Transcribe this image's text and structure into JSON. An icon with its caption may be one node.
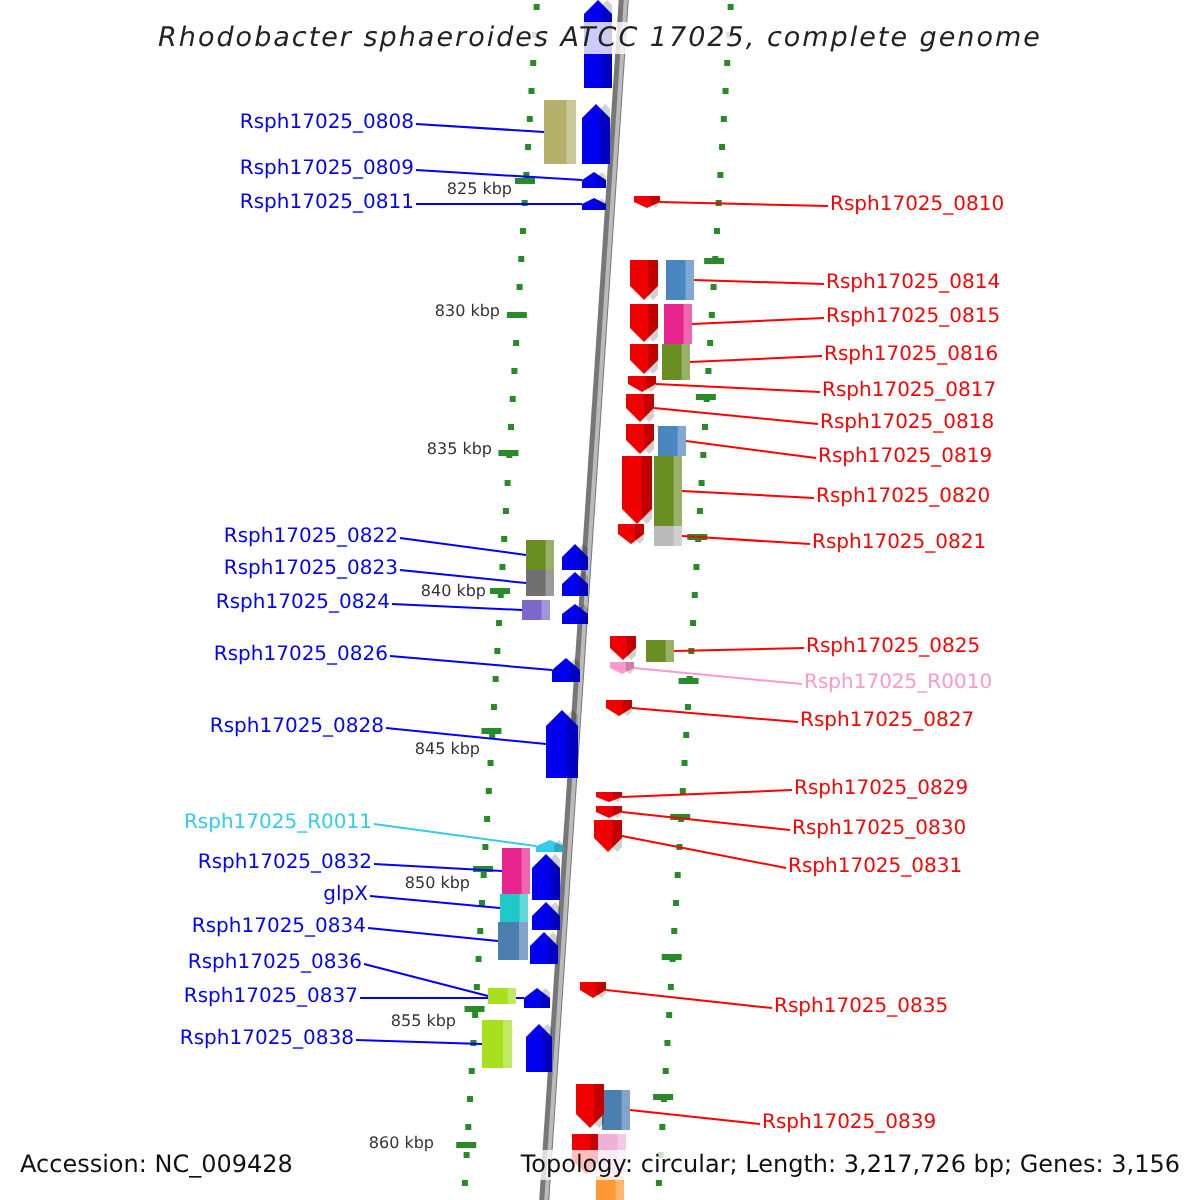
{
  "diagram": {
    "title": "Rhodobacter sphaeroides ATCC 17025, complete genome",
    "nodes": [
      {
        "text": [
          "Rsph17025_0808"
        ]
      },
      {
        "text": [],
        "shape": "box"
      },
      {
        "text": [
          "Rsph17025_0809"
        ]
      },
      {
        "text": [],
        "shape": "arrow"
      },
      {
        "text": [
          "Rsph17025_0811"
        ]
      },
      {
        "text": [],
        "shape": "arrow"
      },
      {
        "text": [
          "Rsph17025_0810"
        ]
      },
      {
        "text": [],
        "shape": "arrow"
      },
      {
        "text": [
          "Rsph17025_0814"
        ]
      },
      {
        "text": [],
        "shape": "box"
      },
      {
        "text": [
          "Rsph17025_0815"
        ]
      },
      {
        "text": [],
        "shape": "box"
      },
      {
        "text": [
          "Rsph17025_0816"
        ]
      },
      {
        "text": [],
        "shape": "box"
      },
      {
        "text": [
          "Rsph17025_0817"
        ]
      },
      {
        "text": [],
        "shape": "arrow"
      },
      {
        "text": [
          "Rsph17025_0818"
        ]
      },
      {
        "text": [],
        "shape": "arrow"
      },
      {
        "text": [
          "Rsph17025_0819"
        ]
      },
      {
        "text": [],
        "shape": "box"
      },
      {
        "text": [
          "Rsph17025_0820"
        ]
      },
      {
        "text": [],
        "shape": "box"
      },
      {
        "text": [
          "Rsph17025_0822"
        ]
      },
      {
        "text": [],
        "shape": "box"
      },
      {
        "text": [
          "Rsph17025_0821"
        ]
      },
      {
        "text": [],
        "shape": "box"
      },
      {
        "text": [
          "Rsph17025_0823"
        ]
      },
      {
        "text": [],
        "shape": "box"
      },
      {
        "text": [
          "Rsph17025_0824"
        ]
      },
      {
        "text": [],
        "shape": "box"
      },
      {
        "text": [
          "Rsph17025_0825"
        ]
      },
      {
        "text": [],
        "shape": "box"
      },
      {
        "text": [
          "Rsph17025_0826"
        ]
      },
      {
        "text": [],
        "shape": "arrow"
      },
      {
        "text": [
          "Rsph17025_R0010"
        ]
      },
      {
        "text": [],
        "shape": "arrow"
      },
      {
        "text": [
          "Rsph17025_0827"
        ]
      },
      {
        "text": [],
        "shape": "arrow"
      },
      {
        "text": [
          "Rsph17025_0828"
        ]
      },
      {
        "text": [],
        "shape": "arrow"
      },
      {
        "text": [
          "Rsph17025_0829"
        ]
      },
      {
        "text": [],
        "shape": "arrow"
      },
      {
        "text": [
          "Rsph17025_R0011"
        ]
      },
      {
        "text": [],
        "shape": "arrow"
      },
      {
        "text": [
          "Rsph17025_0830"
        ]
      },
      {
        "text": [],
        "shape": "arrow"
      },
      {
        "text": [
          "Rsph17025_0832"
        ]
      },
      {
        "text": [],
        "shape": "box"
      },
      {
        "text": [
          "Rsph17025_0831"
        ]
      },
      {
        "text": [],
        "shape": "arrow"
      },
      {
        "text": [
          "glpX"
        ]
      },
      {
        "text": [],
        "shape": "box"
      },
      {
        "text": [
          "Rsph17025_0834"
        ]
      },
      {
        "text": [],
        "shape": "box"
      },
      {
        "text": [
          "Rsph17025_0836"
        ]
      },
      {
        "text": [],
        "shape": "box"
      },
      {
        "text": [
          "Rsph17025_0837"
        ]
      },
      {
        "text": [],
        "shape": "arrow"
      },
      {
        "text": [
          "Rsph17025_0835"
        ]
      },
      {
        "text": [],
        "shape": "arrow"
      },
      {
        "text": [
          "Rsph17025_0838"
        ]
      },
      {
        "text": [],
        "shape": "box"
      },
      {
        "text": [
          "Rsph17025_0839"
        ]
      },
      {
        "text": [],
        "shape": "box"
      },
      {
        "text": [],
        "shape": "arrow"
      },
      {
        "text": [],
        "shape": "arrow"
      },
      {
        "text": [],
        "shape": "arrow"
      },
      {
        "text": [],
        "shape": "arrow"
      },
      {
        "text": [],
        "shape": "arrow"
      },
      {
        "text": [],
        "shape": "arrow"
      },
      {
        "text": [],
        "shape": "arrow"
      },
      {
        "text": [],
        "shape": "arrow"
      },
      {
        "text": [],
        "shape": "arrow"
      },
      {
        "text": [],
        "shape": "arrow"
      },
      {
        "text": [],
        "shape": "arrow"
      },
      {
        "text": [],
        "shape": "arrow"
      },
      {
        "text": [],
        "shape": "arrow"
      },
      {
        "text": [],
        "shape": "arrow"
      },
      {
        "text": [],
        "shape": "arrow"
      },
      {
        "text": [],
        "shape": "arrow"
      },
      {
        "text": [],
        "shape": "arrow"
      },
      {
        "text": [],
        "shape": "arrow"
      },
      {
        "text": [],
        "shape": "box"
      },
      {
        "text": [],
        "shape": "box"
      }
    ],
    "edges": [
      {
        "from": 0,
        "to": 1,
        "arrow": "none",
        "color": "#0000ff"
      },
      {
        "from": 2,
        "to": 3,
        "arrow": "none",
        "color": "#0000ff"
      },
      {
        "from": 4,
        "to": 5,
        "arrow": "none",
        "color": "#0000ff"
      },
      {
        "from": 6,
        "to": 7,
        "arrow": "none",
        "color": "#ff0000"
      },
      {
        "from": 8,
        "to": 9,
        "arrow": "none",
        "color": "#ff0000"
      },
      {
        "from": 10,
        "to": 11,
        "arrow": "none",
        "color": "#ff0000"
      },
      {
        "from": 12,
        "to": 13,
        "arrow": "none",
        "color": "#ff0000"
      },
      {
        "from": 14,
        "to": 15,
        "arrow": "none",
        "color": "#ff0000"
      },
      {
        "from": 16,
        "to": 17,
        "arrow": "none",
        "color": "#ff0000"
      },
      {
        "from": 18,
        "to": 19,
        "arrow": "none",
        "color": "#ff0000"
      },
      {
        "from": 20,
        "to": 21,
        "arrow": "none",
        "color": "#ff0000"
      },
      {
        "from": 22,
        "to": 23,
        "arrow": "none",
        "color": "#0000ff"
      },
      {
        "from": 24,
        "to": 25,
        "arrow": "none",
        "color": "#ff0000"
      },
      {
        "from": 26,
        "to": 27,
        "arrow": "none",
        "color": "#0000ff"
      },
      {
        "from": 28,
        "to": 29,
        "arrow": "none",
        "color": "#0000ff"
      },
      {
        "from": 30,
        "to": 31,
        "arrow": "none",
        "color": "#ff0000"
      },
      {
        "from": 32,
        "to": 33,
        "arrow": "none",
        "color": "#0000ff"
      },
      {
        "from": 34,
        "to": 35,
        "arrow": "none",
        "color": "#ff99cc"
      },
      {
        "from": 36,
        "to": 37,
        "arrow": "none",
        "color": "#ff0000"
      },
      {
        "from": 38,
        "to": 39,
        "arrow": "none",
        "color": "#0000ff"
      },
      {
        "from": 40,
        "to": 41,
        "arrow": "none",
        "color": "#ff0000"
      },
      {
        "from": 42,
        "to": 43,
        "arrow": "none",
        "color": "#33ccee"
      },
      {
        "from": 44,
        "to": 45,
        "arrow": "none",
        "color": "#ff0000"
      },
      {
        "from": 46,
        "to": 47,
        "arrow": "none",
        "color": "#0000ff"
      },
      {
        "from": 48,
        "to": 49,
        "arrow": "none",
        "color": "#ff0000"
      },
      {
        "from": 50,
        "to": 51,
        "arrow": "none",
        "color": "#0000ff"
      },
      {
        "from": 52,
        "to": 53,
        "arrow": "none",
        "color": "#0000ff"
      },
      {
        "from": 54,
        "to": 55,
        "arrow": "none",
        "color": "#0000ff"
      },
      {
        "from": 56,
        "to": 57,
        "arrow": "none",
        "color": "#0000ff"
      },
      {
        "from": 58,
        "to": 59,
        "arrow": "none",
        "color": "#ff0000"
      },
      {
        "from": 60,
        "to": 61,
        "arrow": "none",
        "color": "#0000ff"
      },
      {
        "from": 62,
        "to": 63,
        "arrow": "none",
        "color": "#ff0000"
      }
    ],
    "labels": [
      "825 kbp",
      "830 kbp",
      "835 kbp",
      "840 kbp",
      "845 kbp",
      "850 kbp",
      "855 kbp",
      "860 kbp",
      "Accession: NC_009428",
      "Topology: circular; Length: 3,217,726 bp; Genes: 3,156"
    ]
  }
}
